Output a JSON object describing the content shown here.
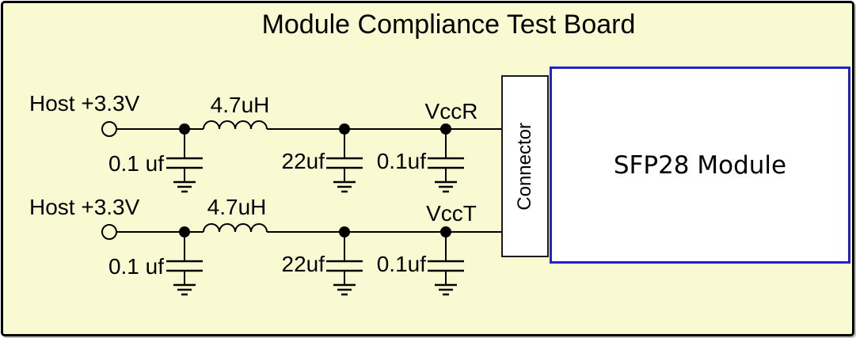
{
  "title": "Module Compliance Test Board",
  "colors": {
    "board_background": "#FAFAD2",
    "board_border": "#000000",
    "module_border": "#2222CC",
    "box_background": "#FFFFFF",
    "wire": "#000000"
  },
  "rails": [
    {
      "id": "vccr",
      "source_label": "Host +3.3V",
      "inductor_label": "4.7uH",
      "cap1_label": "0.1 uf",
      "cap2_label": "22uf",
      "cap3_label": "0.1uf",
      "net_label": "VccR"
    },
    {
      "id": "vcct",
      "source_label": "Host +3.3V",
      "inductor_label": "4.7uH",
      "cap1_label": "0.1 uf",
      "cap2_label": "22uf",
      "cap3_label": "0.1uf",
      "net_label": "VccT"
    }
  ],
  "connector": {
    "label": "Connector"
  },
  "module": {
    "label": "SFP28 Module"
  }
}
